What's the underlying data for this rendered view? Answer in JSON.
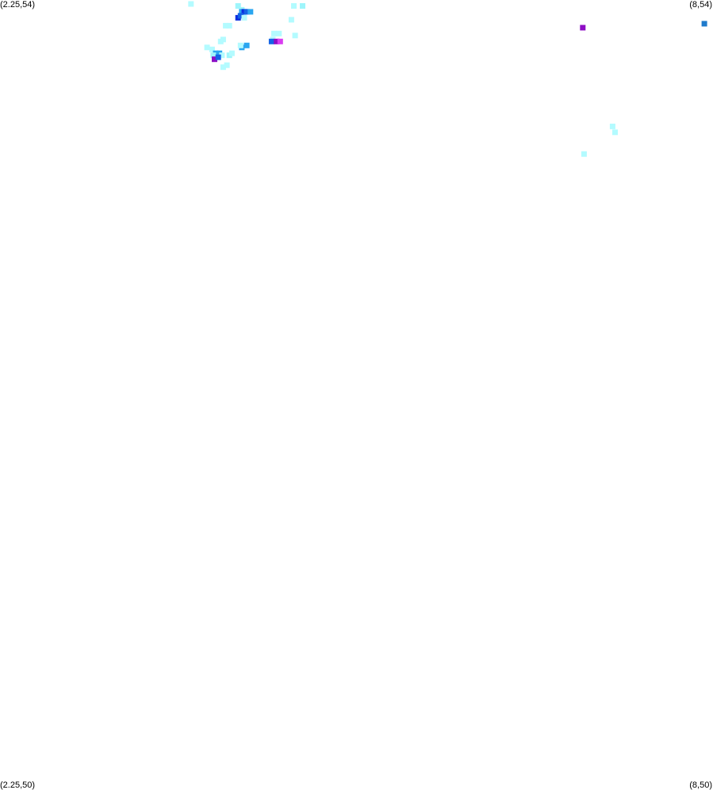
{
  "corners": {
    "top_left": "(2.25,54)",
    "top_right": "(8,54)",
    "bottom_left": "(2.25,50)",
    "bottom_right": "(8,50)"
  },
  "bounds": {
    "lon_min": 2.25,
    "lon_max": 8,
    "lat_min": 50,
    "lat_max": 54
  },
  "colors": {
    "background": "#ffffff",
    "very_light_cyan": "#b3fbff",
    "light_cyan": "#9ef5fb",
    "medium_blue": "#2aa6f0",
    "dark_blue": "#1463e6",
    "deep_blue": "#0b2ee0",
    "violet": "#8e0ec5",
    "magenta": "#d93bf0",
    "steel_blue": "#1f7bcc"
  },
  "cells": [
    {
      "lon": 3.79,
      "lat": 53.98,
      "color": "very_light_cyan"
    },
    {
      "lon": 4.17,
      "lat": 53.97,
      "color": "light_cyan"
    },
    {
      "lon": 4.2,
      "lat": 53.95,
      "color": "light_cyan"
    },
    {
      "lon": 4.23,
      "lat": 53.94,
      "color": "light_cyan"
    },
    {
      "lon": 4.21,
      "lat": 53.93,
      "color": "very_light_cyan"
    },
    {
      "lon": 4.2,
      "lat": 53.94,
      "color": "medium_blue"
    },
    {
      "lon": 4.22,
      "lat": 53.94,
      "color": "deep_blue"
    },
    {
      "lon": 4.24,
      "lat": 53.94,
      "color": "dark_blue"
    },
    {
      "lon": 4.27,
      "lat": 53.94,
      "color": "medium_blue"
    },
    {
      "lon": 4.17,
      "lat": 53.91,
      "color": "deep_blue"
    },
    {
      "lon": 4.19,
      "lat": 53.92,
      "color": "dark_blue"
    },
    {
      "lon": 4.22,
      "lat": 53.91,
      "color": "very_light_cyan"
    },
    {
      "lon": 4.62,
      "lat": 53.97,
      "color": "very_light_cyan"
    },
    {
      "lon": 4.69,
      "lat": 53.97,
      "color": "light_cyan"
    },
    {
      "lon": 4.6,
      "lat": 53.9,
      "color": "very_light_cyan"
    },
    {
      "lon": 4.07,
      "lat": 53.87,
      "color": "very_light_cyan"
    },
    {
      "lon": 4.1,
      "lat": 53.87,
      "color": "very_light_cyan"
    },
    {
      "lon": 4.03,
      "lat": 53.79,
      "color": "very_light_cyan"
    },
    {
      "lon": 4.05,
      "lat": 53.8,
      "color": "very_light_cyan"
    },
    {
      "lon": 3.92,
      "lat": 53.76,
      "color": "very_light_cyan"
    },
    {
      "lon": 3.96,
      "lat": 53.75,
      "color": "very_light_cyan"
    },
    {
      "lon": 3.99,
      "lat": 53.73,
      "color": "medium_blue"
    },
    {
      "lon": 4.02,
      "lat": 53.73,
      "color": "medium_blue"
    },
    {
      "lon": 3.97,
      "lat": 53.72,
      "color": "light_cyan"
    },
    {
      "lon": 4.04,
      "lat": 53.72,
      "color": "very_light_cyan"
    },
    {
      "lon": 4.1,
      "lat": 53.72,
      "color": "light_cyan"
    },
    {
      "lon": 4.12,
      "lat": 53.73,
      "color": "very_light_cyan"
    },
    {
      "lon": 4.2,
      "lat": 53.76,
      "color": "medium_blue"
    },
    {
      "lon": 4.24,
      "lat": 53.77,
      "color": "medium_blue"
    },
    {
      "lon": 4.19,
      "lat": 53.77,
      "color": "very_light_cyan"
    },
    {
      "lon": 3.98,
      "lat": 53.7,
      "color": "violet"
    },
    {
      "lon": 4.01,
      "lat": 53.71,
      "color": "dark_blue"
    },
    {
      "lon": 4.05,
      "lat": 53.66,
      "color": "very_light_cyan"
    },
    {
      "lon": 4.08,
      "lat": 53.67,
      "color": "very_light_cyan"
    },
    {
      "lon": 4.46,
      "lat": 53.83,
      "color": "very_light_cyan"
    },
    {
      "lon": 4.5,
      "lat": 53.83,
      "color": "very_light_cyan"
    },
    {
      "lon": 4.45,
      "lat": 53.8,
      "color": "very_light_cyan"
    },
    {
      "lon": 4.44,
      "lat": 53.79,
      "color": "dark_blue"
    },
    {
      "lon": 4.48,
      "lat": 53.79,
      "color": "violet"
    },
    {
      "lon": 4.51,
      "lat": 53.79,
      "color": "magenta"
    },
    {
      "lon": 4.63,
      "lat": 53.82,
      "color": "very_light_cyan"
    },
    {
      "lon": 6.95,
      "lat": 53.86,
      "color": "violet"
    },
    {
      "lon": 7.93,
      "lat": 53.88,
      "color": "steel_blue"
    },
    {
      "lon": 6.96,
      "lat": 53.22,
      "color": "very_light_cyan"
    },
    {
      "lon": 7.19,
      "lat": 53.36,
      "color": "very_light_cyan"
    },
    {
      "lon": 7.21,
      "lat": 53.33,
      "color": "very_light_cyan"
    }
  ]
}
